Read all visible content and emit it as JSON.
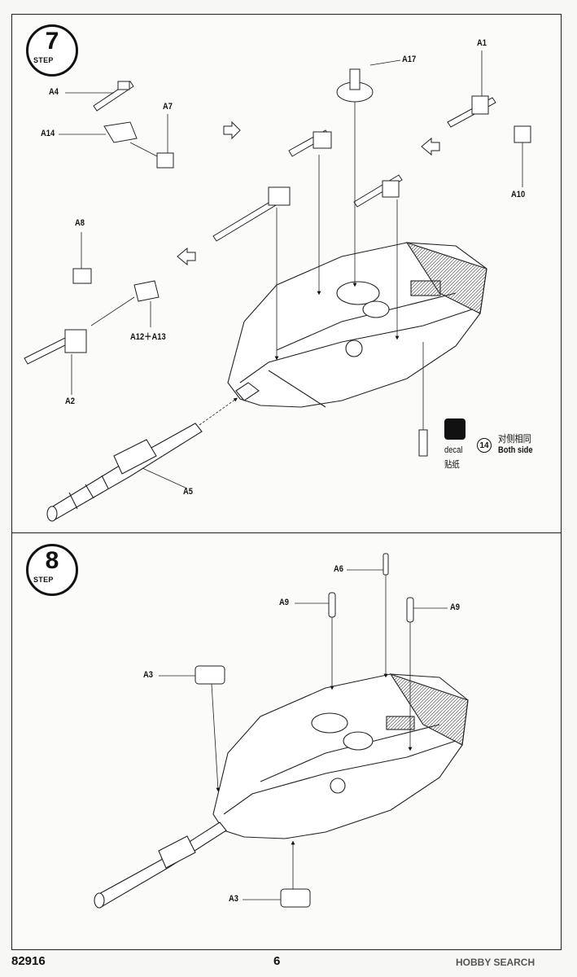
{
  "step7": {
    "number": "7",
    "step_label": "STEP",
    "parts": {
      "a4": "A4",
      "a14": "A14",
      "a7": "A7",
      "a17": "A17",
      "a1": "A1",
      "a10": "A10",
      "a8": "A8",
      "a12_a13": "A12＋A13",
      "a2": "A2",
      "a5": "A5"
    },
    "decal_label_en": "decal",
    "decal_label_zh": "贴纸",
    "decal_number": "14",
    "both_side_zh": "对侧相同",
    "both_side_en": "Both side"
  },
  "step8": {
    "number": "8",
    "step_label": "STEP",
    "parts": {
      "a6": "A6",
      "a9_left": "A9",
      "a9_right": "A9",
      "a3_top": "A3",
      "a3_bottom": "A3"
    }
  },
  "footer": {
    "product_code": "82916",
    "page_number": "6",
    "watermark": "HOBBY SEARCH"
  }
}
